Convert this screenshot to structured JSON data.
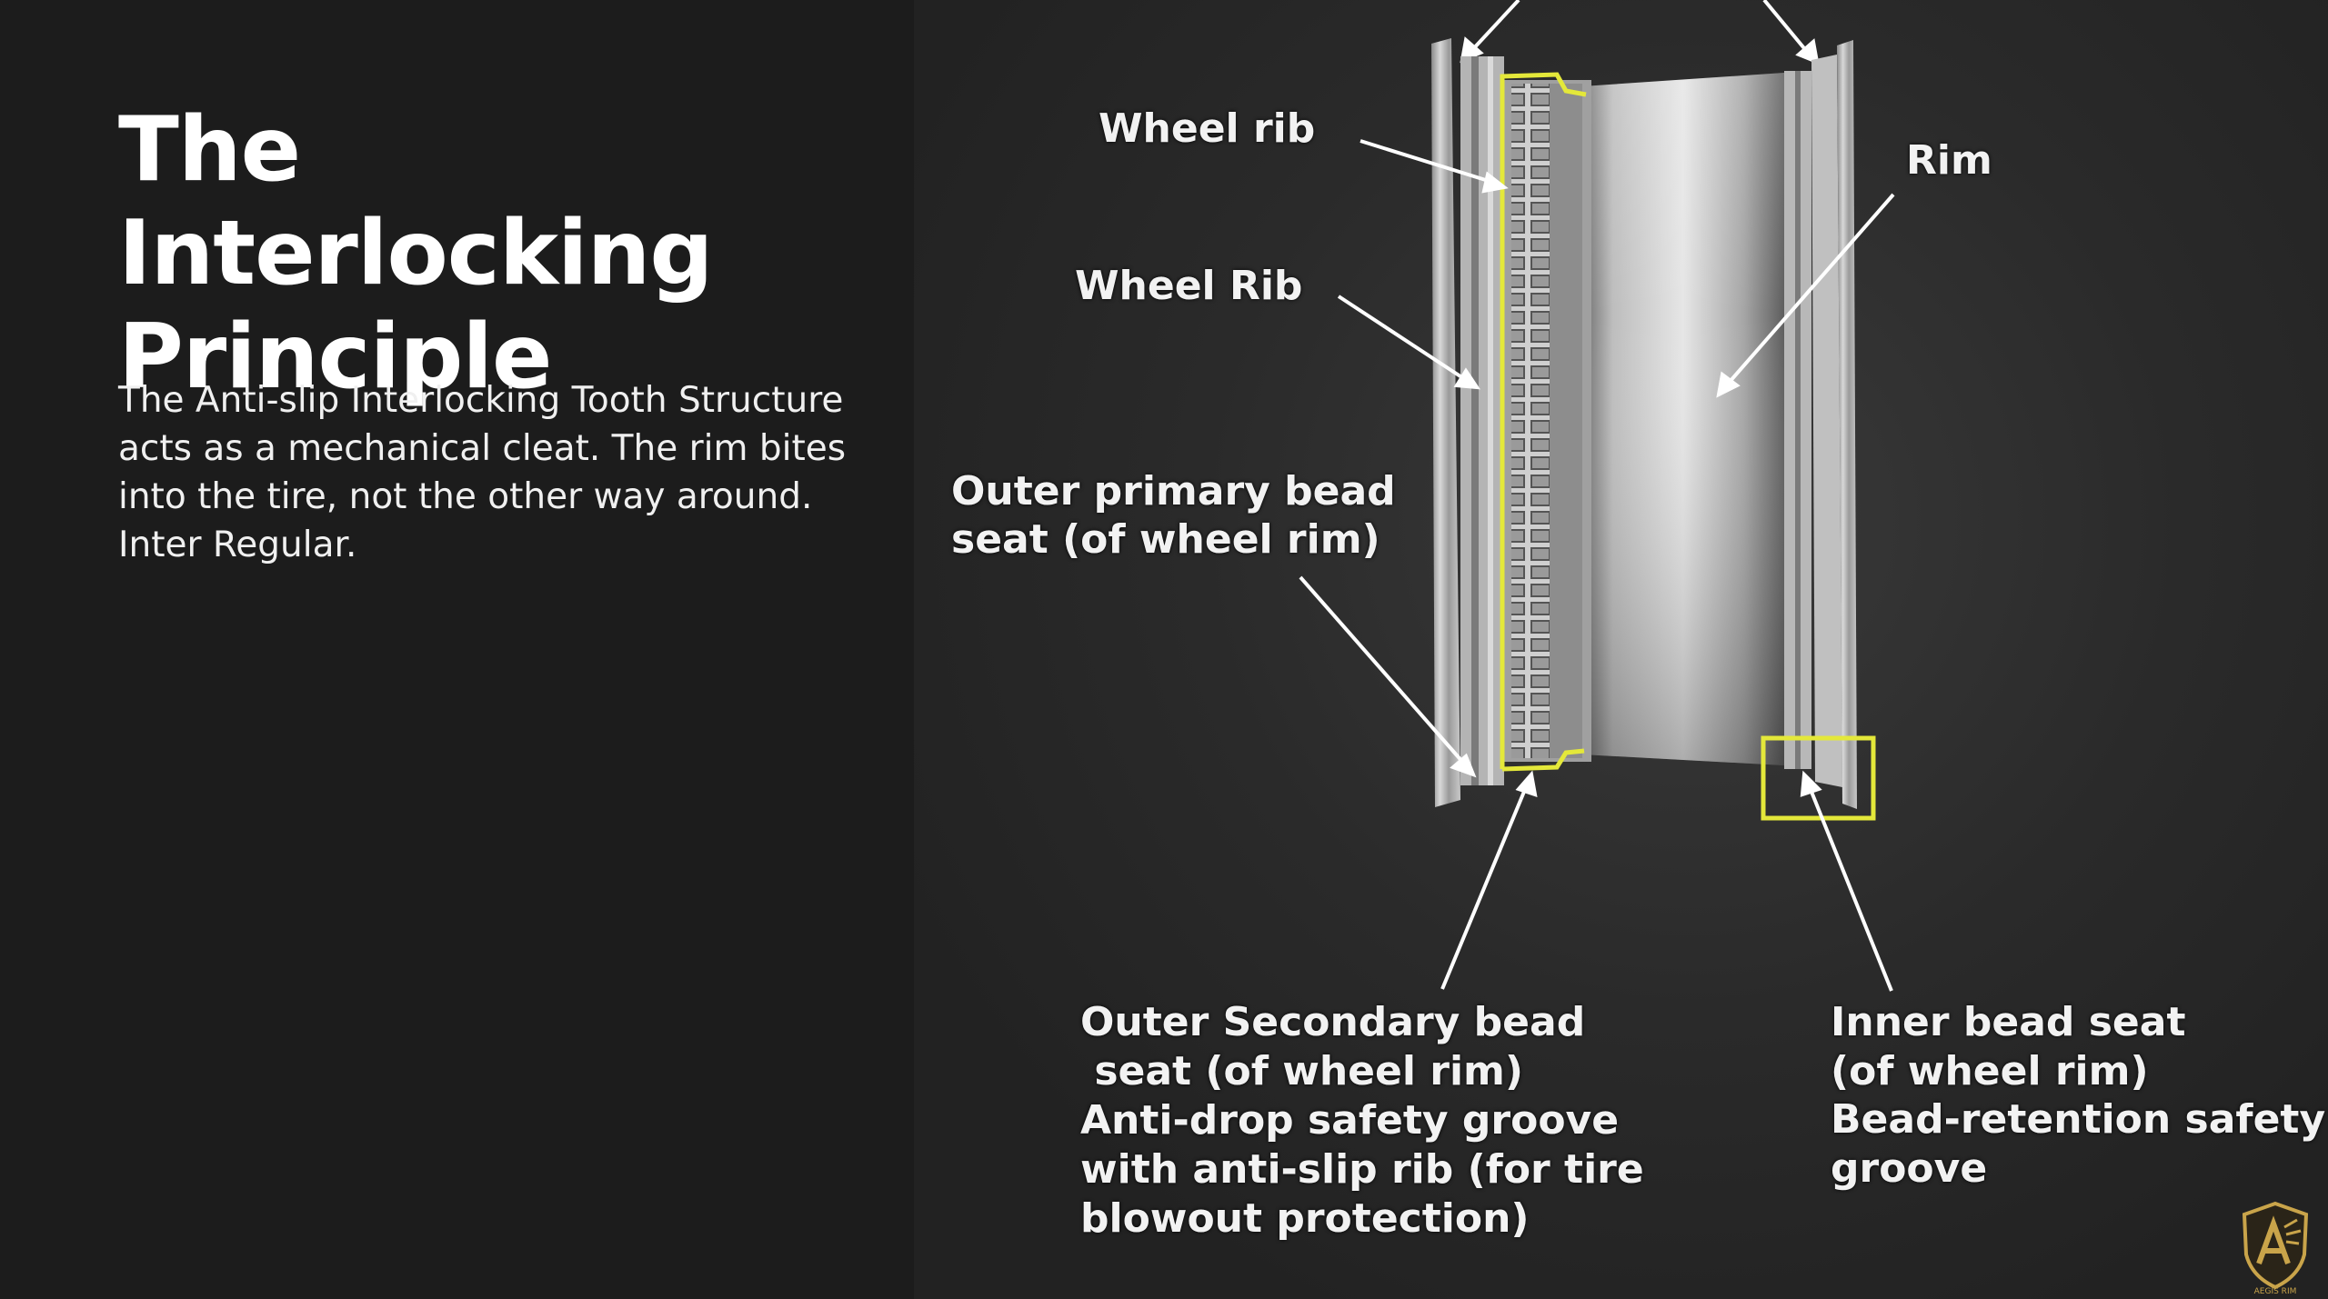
{
  "slide": {
    "title": "The Interlocking Principle",
    "title_lines": [
      "The Interlocking",
      "Principle"
    ],
    "description_lines": [
      "The Anti-slip Interlocking Tooth Structure",
      "acts as a mechanical cleat. The rim bites",
      "into the tire, not the other way around.",
      "Inter Regular."
    ]
  },
  "diagram": {
    "labels": {
      "wheel_rib_top": "Wheel rib",
      "wheel_rib_second": "Wheel Rib",
      "rim": "Rim",
      "outer_primary_line1": "Outer primary bead",
      "outer_primary_line2": "seat (of wheel rim)",
      "outer_secondary_line1": "Outer Secondary bead",
      "outer_secondary_line2": " seat (of wheel rim)",
      "outer_secondary_line3": "Anti-drop safety groove",
      "outer_secondary_line4": "with anti-slip rib (for tire",
      "outer_secondary_line5": "blowout protection)",
      "inner_bead_line1": "Inner bead seat",
      "inner_bead_line2": "(of wheel rim)",
      "inner_bead_line3": "Bead-retention safety",
      "inner_bead_line4": "groove"
    },
    "highlight_color": "#e4e83a"
  },
  "logo": {
    "name": "aegis-rim-logo",
    "text": "AEGIS RIM",
    "color": "#c9a44a"
  }
}
